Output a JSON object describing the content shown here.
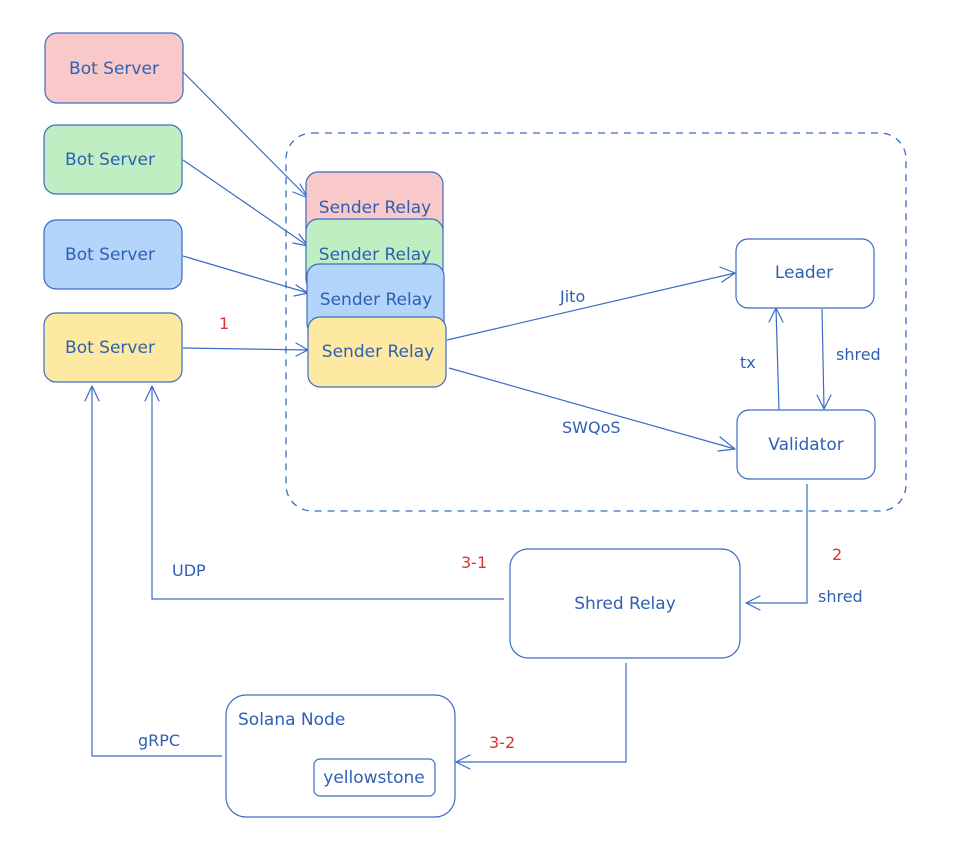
{
  "colors": {
    "stroke": "#3b6cc4",
    "text": "#2f5fb3",
    "step_label": "#e03131",
    "pink_fill": "#f8c9c8",
    "green_fill": "#bfeec2",
    "blue_fill": "#b3d4fb",
    "yellow_fill": "#fde9a2",
    "white_fill": "#ffffff"
  },
  "bot_servers": [
    {
      "label": "Bot Server",
      "color": "#f8c9c8"
    },
    {
      "label": "Bot Server",
      "color": "#bfeec2"
    },
    {
      "label": "Bot Server",
      "color": "#b3d4fb"
    },
    {
      "label": "Bot Server",
      "color": "#fde9a2"
    }
  ],
  "sender_relays": [
    {
      "label": "Sender Relay",
      "color": "#f8c9c8"
    },
    {
      "label": "Sender Relay",
      "color": "#bfeec2"
    },
    {
      "label": "Sender Relay",
      "color": "#b3d4fb"
    },
    {
      "label": "Sender Relay",
      "color": "#fde9a2"
    }
  ],
  "leader": {
    "label": "Leader"
  },
  "validator": {
    "label": "Validator"
  },
  "shred_relay": {
    "label": "Shred Relay"
  },
  "solana_node": {
    "label": "Solana Node",
    "inner_label": "yellowstone"
  },
  "edge_labels": {
    "jito": "Jito",
    "swqos": "SWQoS",
    "tx": "tx",
    "shred_leader_to_validator": "shred",
    "shred_validator_to_relay": "shred",
    "udp": "UDP",
    "grpc": "gRPC"
  },
  "step_labels": {
    "step_1": "1",
    "step_2": "2",
    "step_3_1": "3-1",
    "step_3_2": "3-2"
  }
}
